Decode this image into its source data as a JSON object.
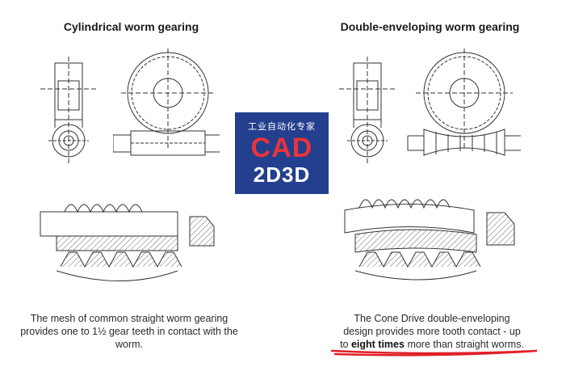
{
  "titles": {
    "left": "Cylindrical worm gearing",
    "right": "Double-enveloping worm gearing"
  },
  "captions": {
    "left": "The mesh of common straight worm gearing provides one to 1½ gear teeth in contact with the worm.",
    "right_line1": "The Cone Drive double-enveloping",
    "right_line2": "design provides more tooth contact - up",
    "right_line3_pre": "to ",
    "right_line3_bold": "eight times",
    "right_line3_post": " more than straight worms."
  },
  "watermark": {
    "subtitle": "工业自动化专家",
    "line1": "CAD",
    "line2": "2D3D"
  },
  "colors": {
    "badge_bg": "#233f8e",
    "badge_accent": "#e8343a",
    "highlight_stroke": "#e0202a"
  }
}
